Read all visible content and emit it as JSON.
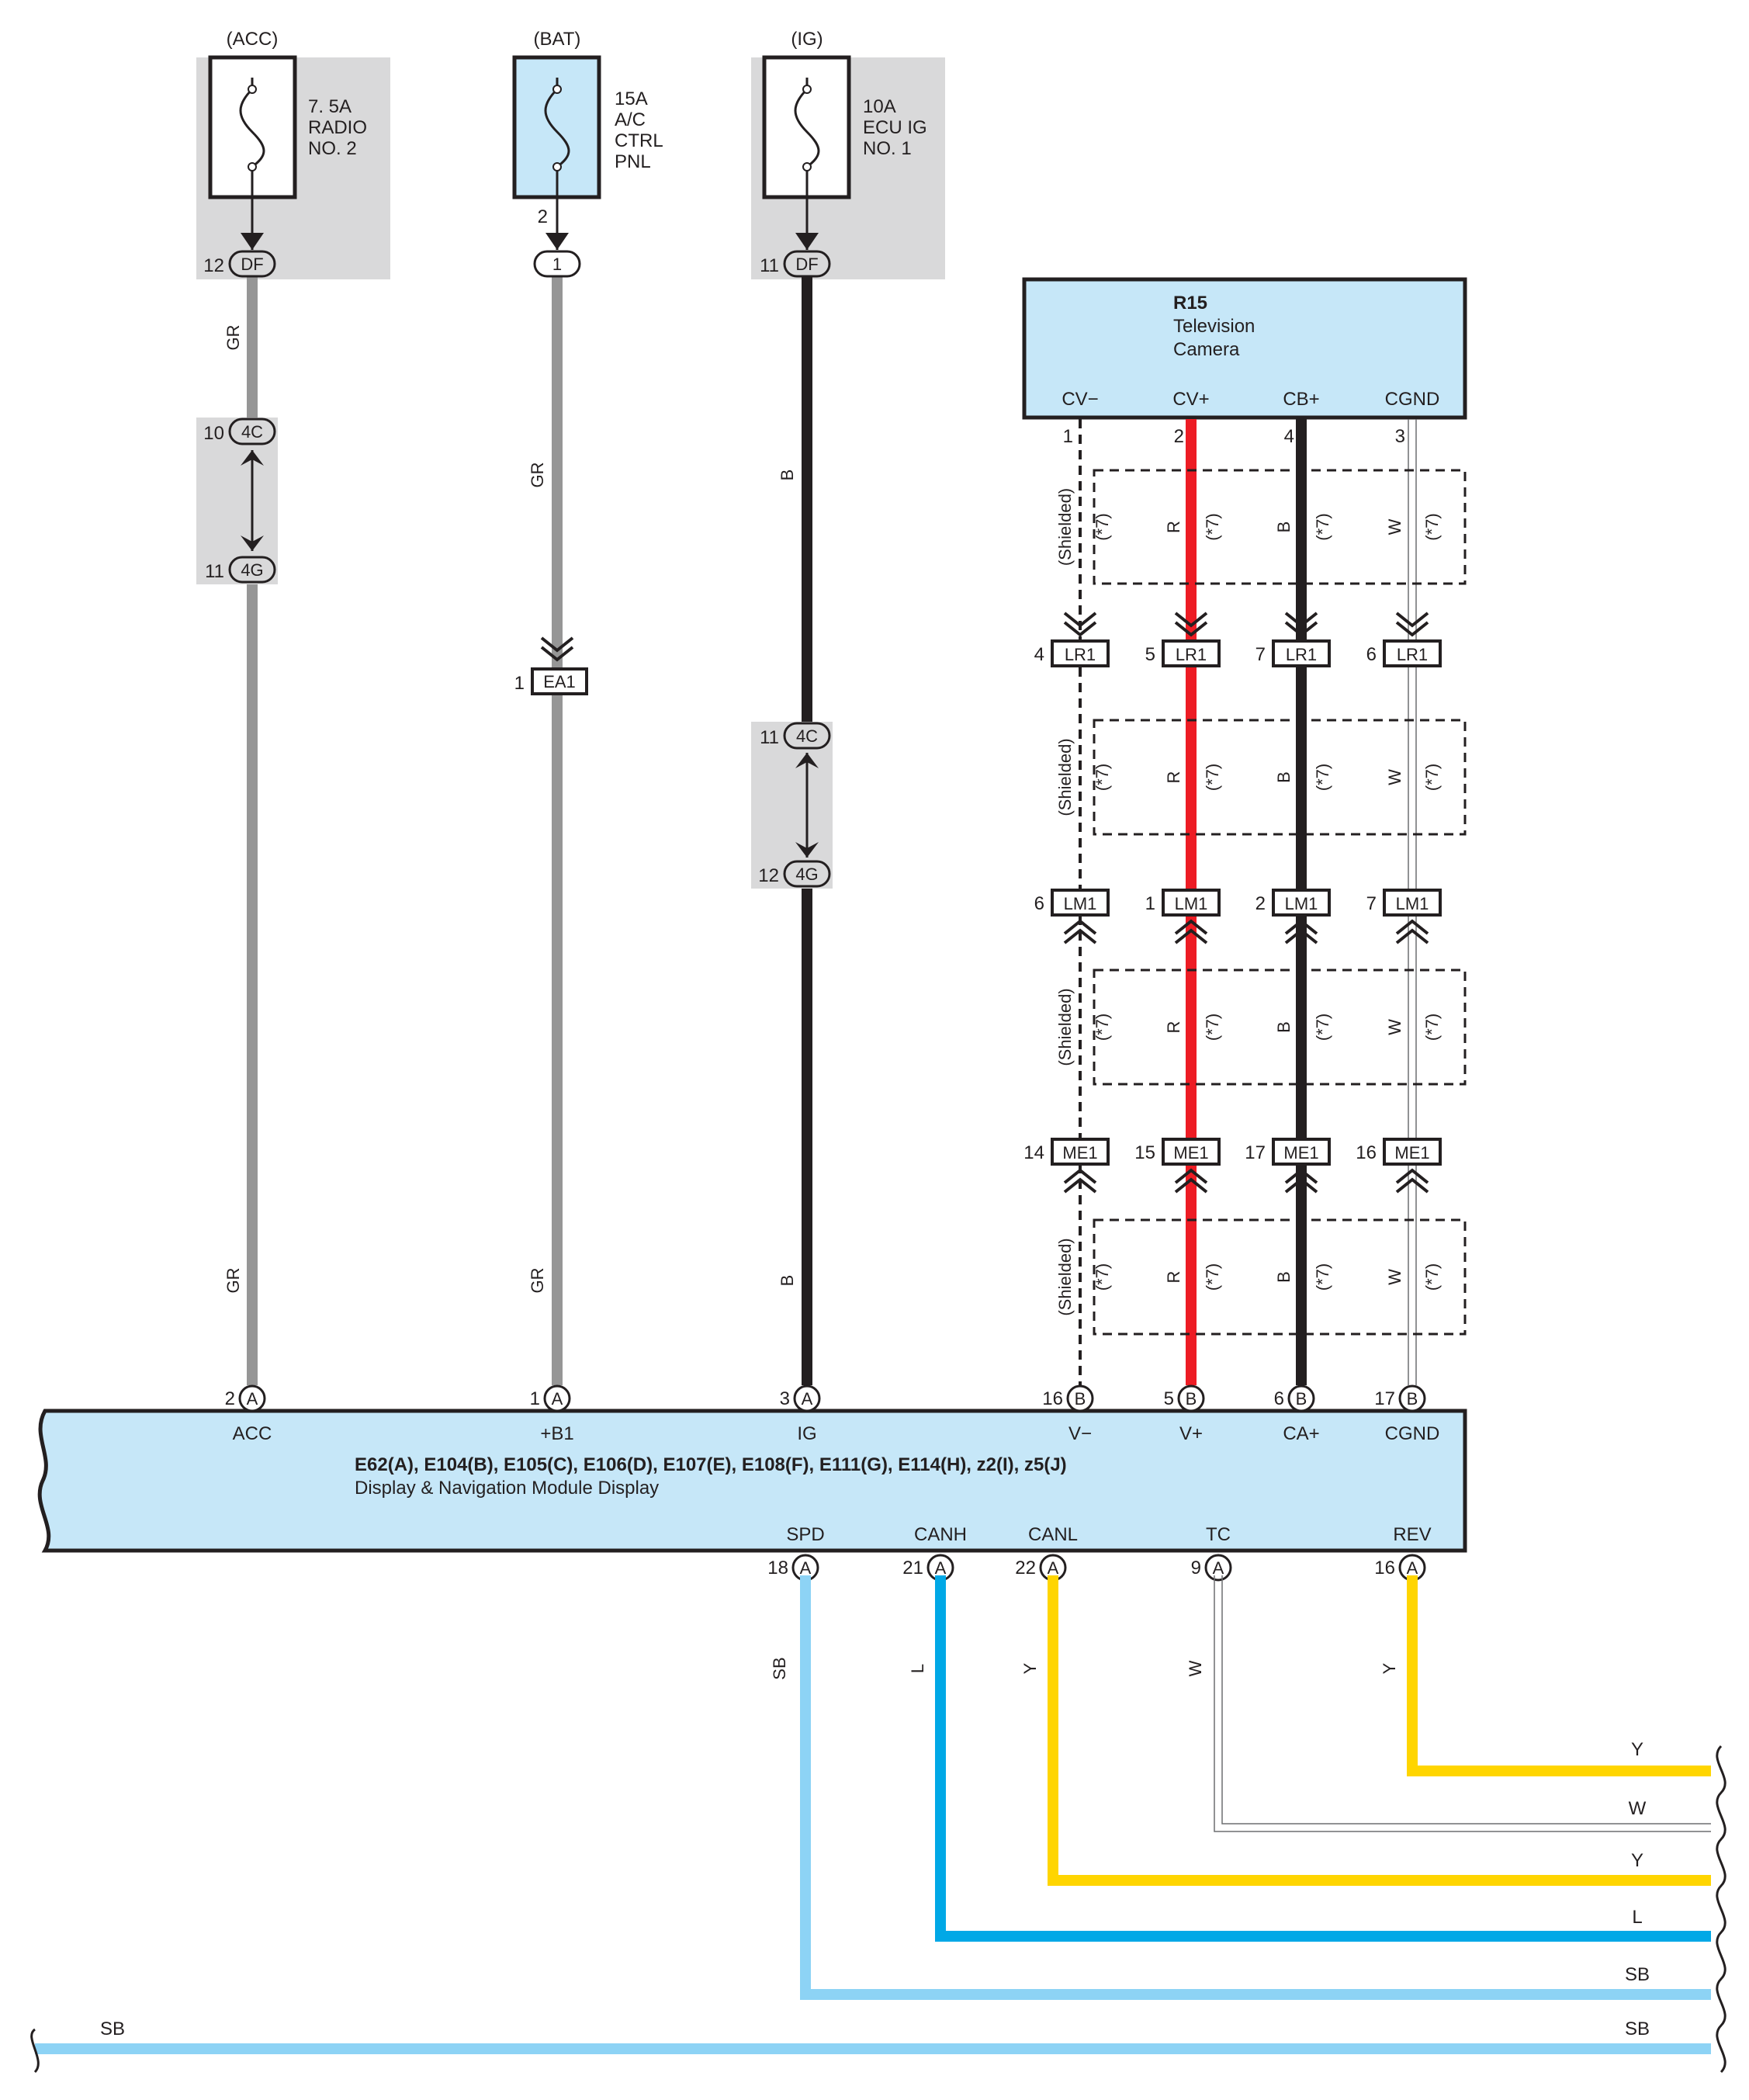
{
  "fuses": [
    {
      "id": "acc",
      "source": "(ACC)",
      "rating": "7. 5A",
      "name_lines": [
        "RADIO",
        "NO. 2"
      ],
      "pin": "12",
      "conn": "DF"
    },
    {
      "id": "bat",
      "source": "(BAT)",
      "rating": "15A",
      "name_lines": [
        "A/C",
        "CTRL",
        "PNL"
      ],
      "fuse_pin": "2",
      "conn": "1"
    },
    {
      "id": "ig",
      "source": "(IG)",
      "rating": "10A",
      "name_lines": [
        "ECU IG",
        "NO. 1"
      ],
      "pin": "11",
      "conn": "DF"
    }
  ],
  "left_wires": {
    "acc": {
      "color_code": "GR",
      "junction_top": {
        "pin": "10",
        "code": "4C"
      },
      "junction_bottom": {
        "pin": "11",
        "code": "4G"
      }
    },
    "bat": {
      "color_code": "GR",
      "connector": {
        "pin": "1",
        "code": "EA1"
      }
    },
    "ig": {
      "color_code": "B",
      "junction_top": {
        "pin": "11",
        "code": "4C"
      },
      "junction_bottom": {
        "pin": "12",
        "code": "4G"
      }
    }
  },
  "camera": {
    "code": "R15",
    "name_lines": [
      "Television",
      "Camera"
    ],
    "terminals": [
      {
        "label": "CV−",
        "pin": "1",
        "wire": "(Shielded)"
      },
      {
        "label": "CV+",
        "pin": "2",
        "wire": "R"
      },
      {
        "label": "CB+",
        "pin": "4",
        "wire": "B"
      },
      {
        "label": "CGND",
        "pin": "3",
        "wire": "W"
      }
    ],
    "shield_note": "(*7)"
  },
  "inline_connectors": [
    {
      "code": "LR1",
      "pins": [
        "4",
        "5",
        "7",
        "6"
      ]
    },
    {
      "code": "LM1",
      "pins": [
        "6",
        "1",
        "2",
        "7"
      ]
    },
    {
      "code": "ME1",
      "pins": [
        "14",
        "15",
        "17",
        "16"
      ]
    }
  ],
  "module": {
    "connectors": "E62(A), E104(B), E105(C), E106(D), E107(E), E108(F), E111(G), E114(H), z2(I), z5(J)",
    "name": "Display & Navigation Module Display",
    "top_terminals": [
      {
        "label": "ACC",
        "pin": "2",
        "conn": "A"
      },
      {
        "label": "+B1",
        "pin": "1",
        "conn": "A"
      },
      {
        "label": "IG",
        "pin": "3",
        "conn": "A"
      },
      {
        "label": "V−",
        "pin": "16",
        "conn": "B"
      },
      {
        "label": "V+",
        "pin": "5",
        "conn": "B"
      },
      {
        "label": "CA+",
        "pin": "6",
        "conn": "B"
      },
      {
        "label": "CGND",
        "pin": "17",
        "conn": "B"
      }
    ],
    "bottom_terminals": [
      {
        "label": "SPD",
        "pin": "18",
        "conn": "A",
        "wire": "SB"
      },
      {
        "label": "CANH",
        "pin": "21",
        "conn": "A",
        "wire": "L"
      },
      {
        "label": "CANL",
        "pin": "22",
        "conn": "A",
        "wire": "Y"
      },
      {
        "label": "TC",
        "pin": "9",
        "conn": "A",
        "wire": "W"
      },
      {
        "label": "REV",
        "pin": "16",
        "conn": "A",
        "wire": "Y"
      }
    ]
  },
  "bottom_wire_labels": [
    "Y",
    "W",
    "Y",
    "L",
    "SB",
    "SB"
  ],
  "ground_wire_label": "SB",
  "colors": {
    "GR": "#969696",
    "B": "#231f20",
    "R": "#ed1c24",
    "W": "#ffffff",
    "SB": "#8dd3f5",
    "L": "#00a8e6",
    "Y": "#ffd500",
    "module_fill": "#c6e7f8",
    "fuse_box_fill": "#d9d9da"
  }
}
